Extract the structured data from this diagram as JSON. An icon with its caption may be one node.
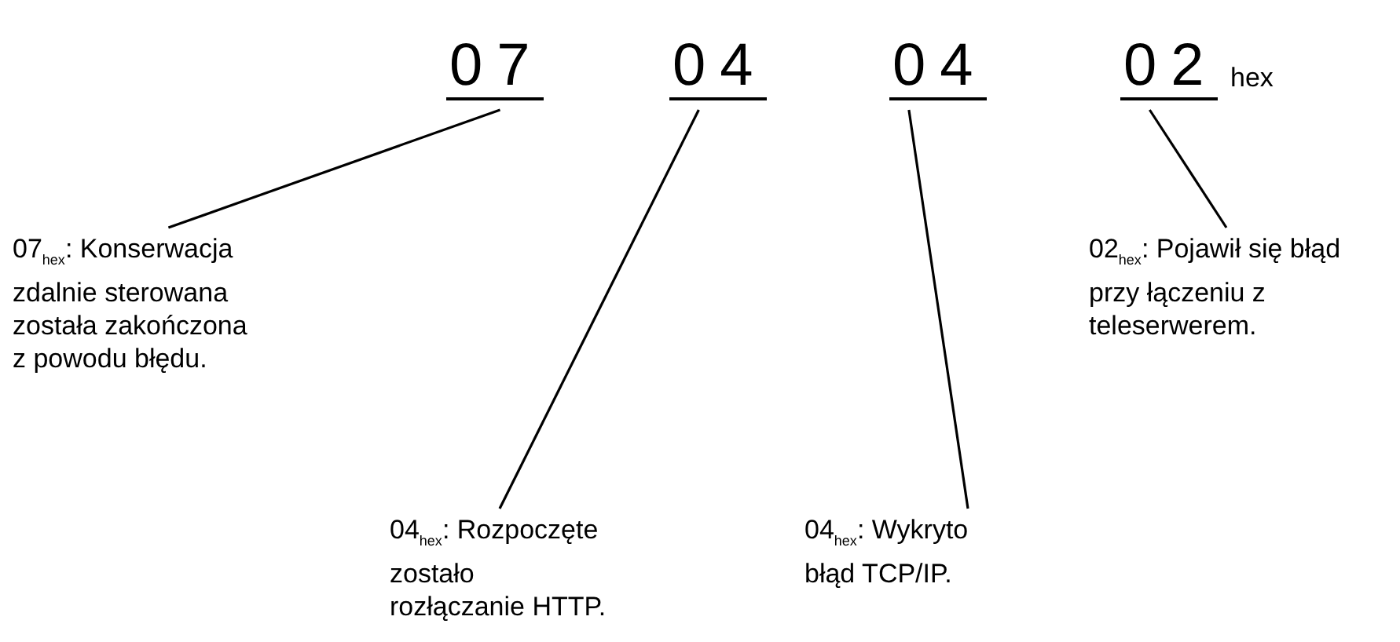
{
  "diagram": {
    "nodes": [
      {
        "text": [
          "07"
        ]
      },
      {
        "text": [
          "04"
        ]
      },
      {
        "text": [
          "04"
        ]
      },
      {
        "text": [
          "02"
        ]
      },
      {
        "text": [
          "07$_{hex}$: Konserwacja zdalnie sterowana została zakończona z powodu błędu."
        ]
      },
      {
        "text": [
          "04$_{hex}$: Rozpoczęte zostało rozłączanie HTTP."
        ]
      },
      {
        "text": [
          "04$_{hex}$: Wykryto błąd TCP/IP."
        ]
      },
      {
        "text": [
          "02$_{hex}$: Pojawił się błąd przy łączeniu z teleserwerem."
        ]
      }
    ],
    "edges": [
      {
        "from": 4,
        "to": 0,
        "arrow": "none"
      },
      {
        "from": 5,
        "to": 1,
        "arrow": "none"
      },
      {
        "from": 6,
        "to": 2,
        "arrow": "none"
      },
      {
        "from": 7,
        "to": 3,
        "arrow": "none"
      }
    ],
    "labels": [
      "hex"
    ]
  }
}
